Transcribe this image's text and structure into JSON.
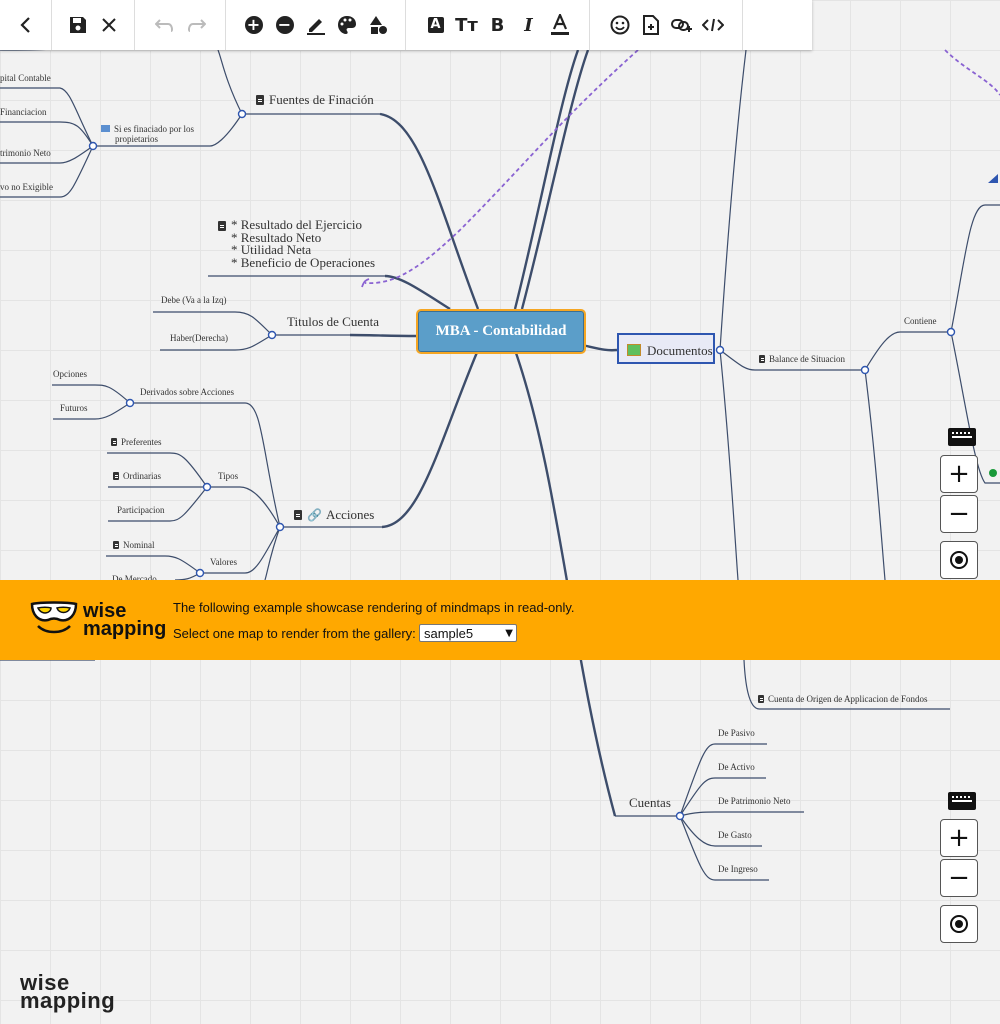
{
  "toolbar": {
    "groups": [
      [
        "back-icon"
      ],
      [
        "save-icon",
        "close-icon"
      ],
      [
        "undo-icon",
        "redo-icon"
      ],
      [
        "add-topic-icon",
        "delete-topic-icon",
        "border-color-icon",
        "background-color-icon",
        "shape-icon"
      ],
      [
        "font-color-icon",
        "font-size-icon",
        "bold-icon",
        "italic-icon",
        "text-color-icon"
      ],
      [
        "emoji-icon",
        "note-icon",
        "link-icon",
        "embed-icon"
      ]
    ]
  },
  "mindmap": {
    "root": "MBA - Contabilidad",
    "fuentes_financiacion": "Fuentes de Finación",
    "financiado_propietarios_line1": "Si es finaciado por los",
    "financiado_propietarios_line2": "propietarios",
    "capital_contable": "pital Contable",
    "financiacion": "Financiacion",
    "patrimonio_neto": "trimonio Neto",
    "pasivo_no_exigible": "vo no Exigible",
    "resultado_notes": [
      "* Resultado del Ejercicio",
      "* Resultado Neto",
      "* Utilidad Neta",
      "* Beneficio de Operaciones"
    ],
    "titulos_de_cuenta": "Titulos de Cuenta",
    "debe": "Debe (Va a la Izq)",
    "haber": "Haber(Derecha)",
    "derivados": "Derivados sobre Acciones",
    "opciones": "Opciones",
    "futuros": "Futuros",
    "acciones": "Acciones",
    "tipos": "Tipos",
    "preferentes": "Preferentes",
    "ordinarias": "Ordinarias",
    "participacion": "Participacion",
    "valores": "Valores",
    "nominal": "Nominal",
    "de_mercado": "De Mercado",
    "documentos": "Documentos",
    "balance_situacion": "Balance de Situacion",
    "contiene": "Contiene",
    "cuenta_origen": "Cuenta de Origen de Applicacion de Fondos",
    "cuentas": "Cuentas",
    "de_pasivo": "De Pasivo",
    "de_activo": "De Activo",
    "de_patrimonio_neto": "De Patrimonio Neto",
    "de_gasto": "De Gasto",
    "de_ingreso": "De Ingreso"
  },
  "zoom_controls": [
    "keyboard-icon",
    "zoom-in-icon",
    "zoom-out-icon",
    "center-icon"
  ],
  "banner": {
    "logo_line1": "wise",
    "logo_line2": "mapping",
    "message": "The following example showcase rendering of mindmaps in read-only.",
    "select_label": "Select one map to render from the gallery:",
    "select_value": "sample5"
  },
  "footer_logo": {
    "line1": "wise",
    "line2": "mapping"
  },
  "colors": {
    "accent_orange": "#ffa800",
    "root_fill": "#5b9ec9",
    "root_border": "#f5a623",
    "connector": "#3d4d6b",
    "relationship": "#8a63d2",
    "selected_border": "#2e56b0"
  }
}
